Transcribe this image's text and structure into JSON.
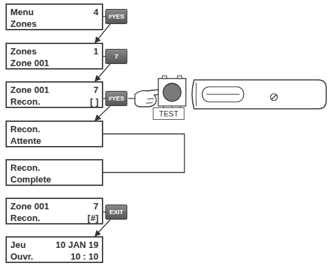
{
  "diagram": {
    "nodes": [
      {
        "text": [
          "Menu",
          "4",
          "Zones"
        ]
      },
      {
        "text": [
          "#YES"
        ]
      },
      {
        "text": [
          "Zones",
          "1",
          "Zone 001"
        ]
      },
      {
        "text": [
          "7"
        ]
      },
      {
        "text": [
          "Zone 001",
          "7",
          "Recon.",
          "[ ]"
        ]
      },
      {
        "text": [
          "#YES"
        ]
      },
      {
        "text": [
          "Recon.",
          "Attente"
        ]
      },
      {
        "text": [
          "Recon.",
          "Complete"
        ]
      },
      {
        "text": [
          "Zone 001",
          "7",
          "Recon.",
          "[#]"
        ]
      },
      {
        "text": [
          "EXIT"
        ]
      },
      {
        "text": [
          "Jeu",
          "10 JAN 19",
          "Ouvr.",
          "10 : 10"
        ]
      }
    ],
    "edges": [
      {
        "from": 0,
        "to": 1,
        "arrow": "none"
      },
      {
        "from": 1,
        "to": 2,
        "arrow": "to"
      },
      {
        "from": 2,
        "to": 3,
        "arrow": "none"
      },
      {
        "from": 3,
        "to": 4,
        "arrow": "to"
      },
      {
        "from": 4,
        "to": 5,
        "arrow": "none"
      },
      {
        "from": 5,
        "to": 6,
        "arrow": "to"
      },
      {
        "from": 6,
        "to": 7,
        "arrow": "none"
      },
      {
        "from": 8,
        "to": 9,
        "arrow": "none"
      },
      {
        "from": 9,
        "to": 10,
        "arrow": "to"
      }
    ],
    "labels": [
      "TEST"
    ]
  }
}
